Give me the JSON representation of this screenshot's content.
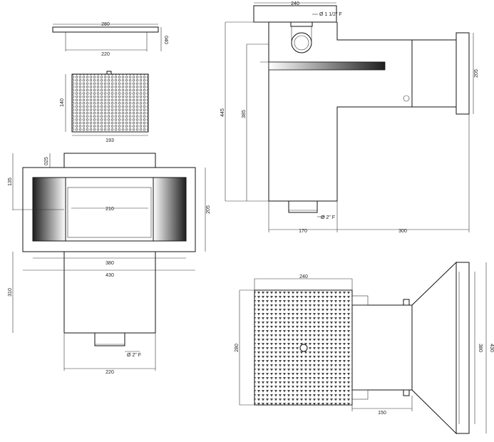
{
  "colors": {
    "line": "#111111",
    "background": "#ffffff",
    "gradient_dark": "#222222",
    "gradient_light": "#ffffff"
  },
  "dims": {
    "d280_top": "280",
    "d040": "040",
    "d220_top": "220",
    "d140": "140",
    "d193": "193",
    "d025": "025",
    "d135": "135",
    "d205_front": "205",
    "d210": "210",
    "d380_front": "380",
    "d430_front": "430",
    "d310": "310",
    "d2in_front": "Ø 2\" F",
    "d220_bottom": "220",
    "d240_side": "240",
    "d112in": "Ø 1 1/2\" F",
    "d445": "445",
    "d385": "385",
    "d205_side": "205",
    "d2in_side": "Ø 2\" F",
    "d170": "170",
    "d300": "300",
    "d240_plan": "240",
    "d280_plan": "280",
    "d380_plan": "380",
    "d430_plan": "430",
    "d150": "150"
  }
}
